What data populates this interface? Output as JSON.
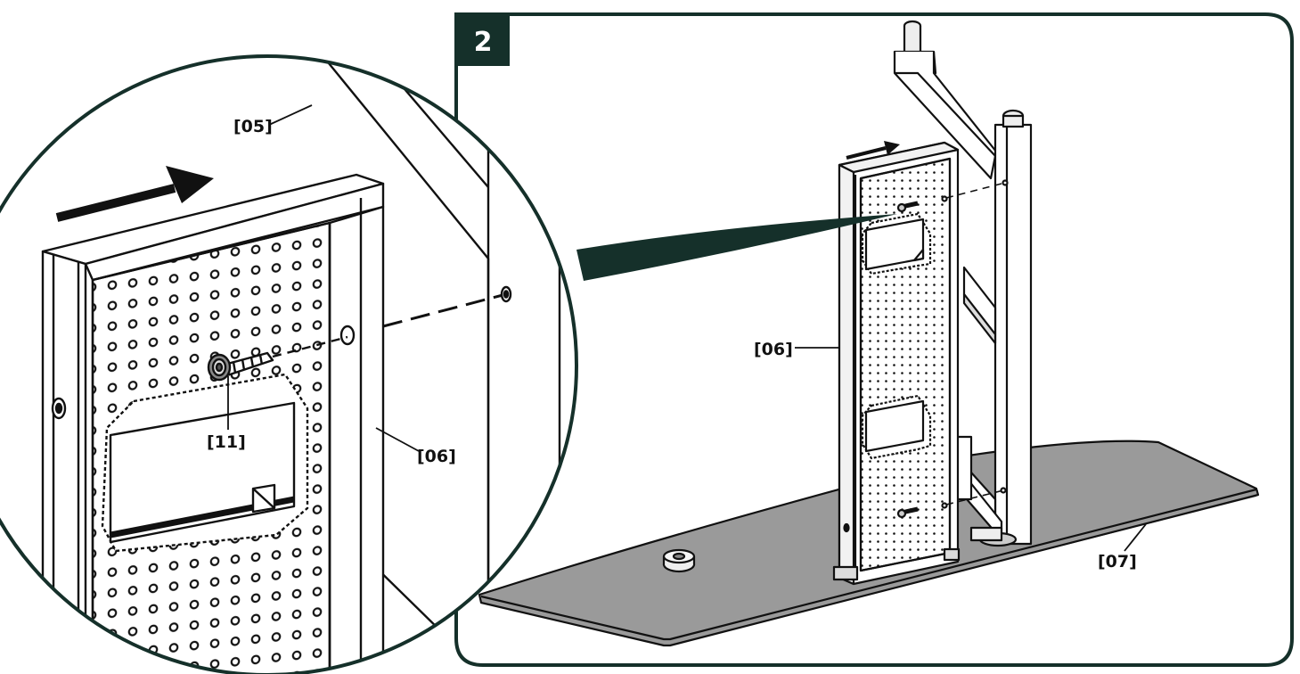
{
  "step": {
    "number": "2"
  },
  "parts": {
    "crossbar": "[05]",
    "panel_detail": "[06]",
    "screw": "[11]",
    "panel_main": "[06]",
    "base": "[07]"
  },
  "colors": {
    "frame": "#15302a",
    "step_badge": "#15302a",
    "base_fill": "#9a9a9a",
    "line": "#111111"
  },
  "icons": {
    "arrow_detail": "arrow-right-icon",
    "arrow_main": "arrow-right-icon",
    "screw_detail": "screw-icon"
  }
}
